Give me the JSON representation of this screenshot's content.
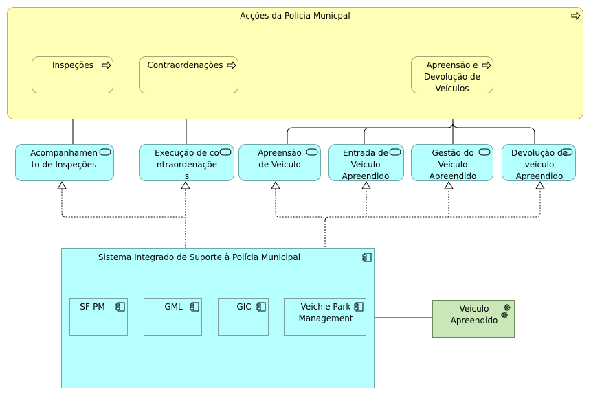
{
  "group": {
    "label": "Acções da Polícia Municpal"
  },
  "processes": [
    {
      "label": "Inspeções"
    },
    {
      "label": "Contraordenações"
    },
    {
      "label": "Apreensão e Devolução de Veículos"
    }
  ],
  "services": [
    {
      "label": "Acompanhamento de Inspeções"
    },
    {
      "label": "Execução de contraordenações"
    },
    {
      "label": "Apreensão de Veículo"
    },
    {
      "label": "Entrada de Veículo Apreendido"
    },
    {
      "label": "Gestão do Veículo Apreendido"
    },
    {
      "label": "Devolução de veículo Apreendido"
    }
  ],
  "system": {
    "label": "Sistema Integrado de Suporte à Polícia Municipal",
    "components": [
      {
        "label": "SF-PM"
      },
      {
        "label": "GML"
      },
      {
        "label": "GIC"
      },
      {
        "label": "Veichle Park Management"
      }
    ]
  },
  "node": {
    "label": "Veículo Apreendido"
  },
  "colors": {
    "group_fill": "#ffffb5",
    "service_fill": "#b5ffff",
    "node_fill": "#c9e7b7"
  }
}
